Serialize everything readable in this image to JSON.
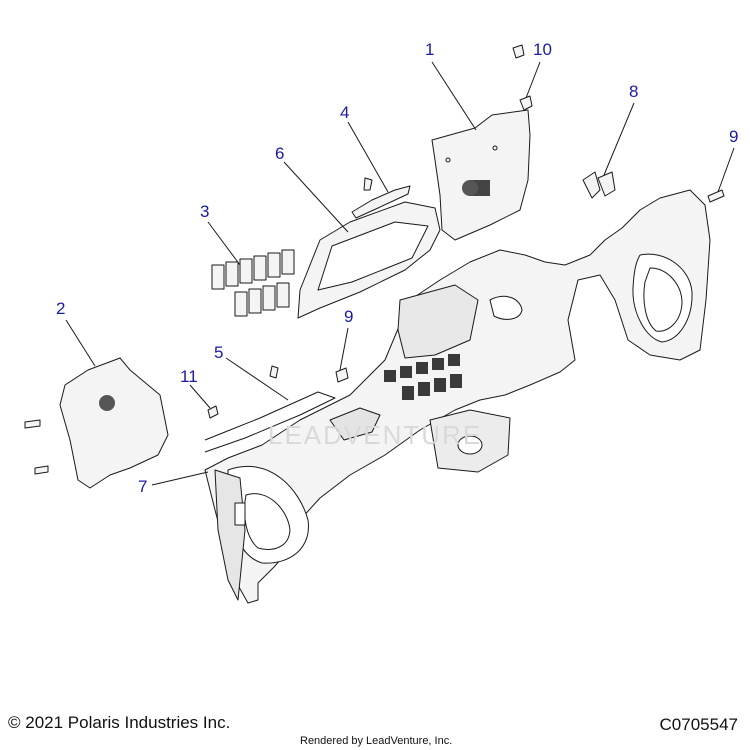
{
  "diagram": {
    "callouts": [
      {
        "id": "c1",
        "label": "1"
      },
      {
        "id": "c2",
        "label": "2"
      },
      {
        "id": "c3",
        "label": "3"
      },
      {
        "id": "c4",
        "label": "4"
      },
      {
        "id": "c5",
        "label": "5"
      },
      {
        "id": "c6",
        "label": "6"
      },
      {
        "id": "c7",
        "label": "7"
      },
      {
        "id": "c8",
        "label": "8"
      },
      {
        "id": "c9a",
        "label": "9"
      },
      {
        "id": "c9b",
        "label": "9"
      },
      {
        "id": "c10",
        "label": "10"
      },
      {
        "id": "c11",
        "label": "11"
      }
    ],
    "watermark": "LEADVENTURE",
    "colors": {
      "callout": "#1a1aa6",
      "line": "#1a1a1a",
      "fill": "#f4f4f4",
      "shade": "#d6d6d6"
    }
  },
  "footer": {
    "copyright": "© 2021 Polaris Industries Inc.",
    "drawing_number": "C0705547",
    "rendered_by": "Rendered by LeadVenture, Inc."
  }
}
